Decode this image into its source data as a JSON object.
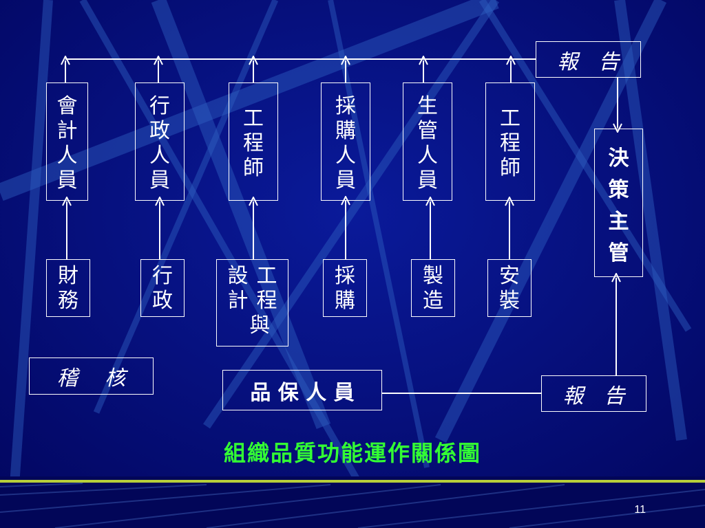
{
  "slide": {
    "title": "組織品質功能運作關係圖",
    "page_number": "11",
    "colors": {
      "background": "#030a6e",
      "stroke": "#ffffff",
      "title": "#33ff33",
      "divider": "#b7cf3a"
    }
  },
  "staff": [
    {
      "id": "accountant",
      "label": "會\n計\n人\n員"
    },
    {
      "id": "admin-staff",
      "label": "行\n政\n人\n員"
    },
    {
      "id": "engineer-1",
      "label": "工\n程\n師"
    },
    {
      "id": "purchasing-staff",
      "label": "採\n購\n人\n員"
    },
    {
      "id": "production-staff",
      "label": "生\n管\n人\n員"
    },
    {
      "id": "engineer-2",
      "label": "工\n程\n師"
    }
  ],
  "functions": [
    {
      "id": "finance",
      "label": "財\n務"
    },
    {
      "id": "administration",
      "label": "行\n政"
    },
    {
      "id": "engineering-design",
      "label": "設工\n計程\n 與"
    },
    {
      "id": "purchasing",
      "label": "採\n購"
    },
    {
      "id": "manufacturing",
      "label": "製\n造"
    },
    {
      "id": "installation",
      "label": "安\n裝"
    }
  ],
  "report_top": "報　告",
  "decision_maker": "決\n策\n主\n管",
  "audit": "稽　 核",
  "qa_staff": "品 保 人 員",
  "report_bottom": "報　告"
}
